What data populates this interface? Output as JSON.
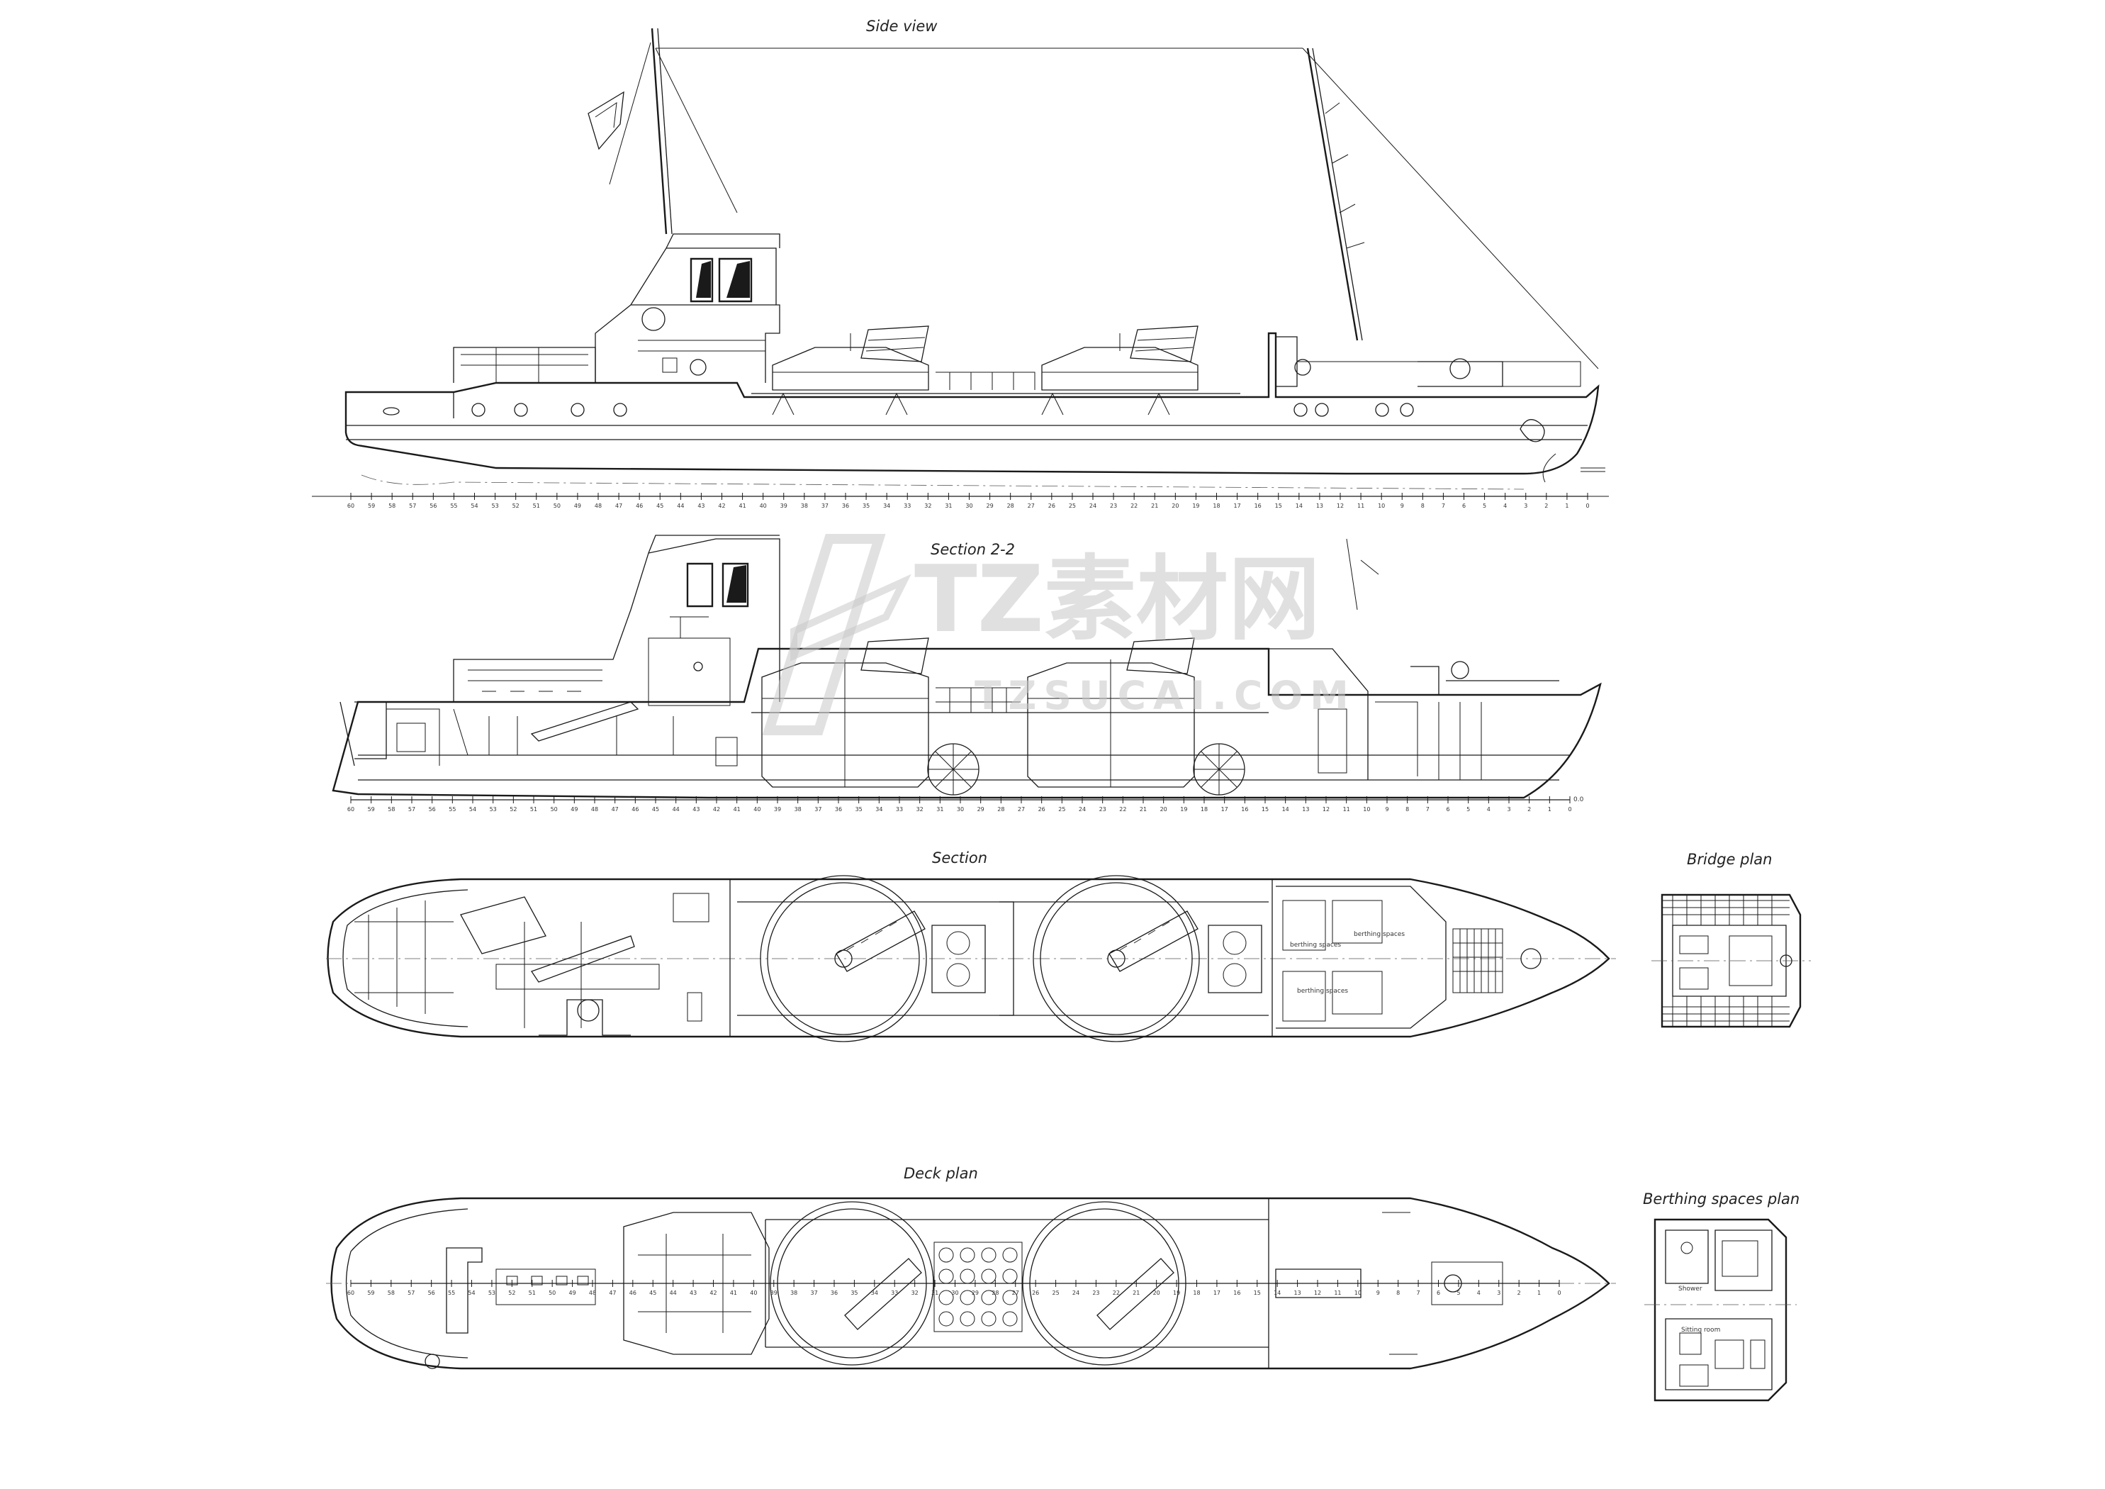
{
  "labels": {
    "side_view": "Side view",
    "section_22": "Section 2-2",
    "section": "Section",
    "deck_plan": "Deck plan",
    "bridge_plan": "Bridge plan",
    "berthing_plan": "Berthing spaces plan"
  },
  "notes": {
    "berthing_spaces_1": "berthing spaces",
    "berthing_spaces_2": "berthing spaces",
    "berthing_spaces_3": "berthing spaces",
    "shower": "Shower",
    "sitting_room": "Sitting room",
    "scale_mark": "0.0"
  },
  "watermark": {
    "logo_text": "TZ素材网",
    "url_text": "TZSUCAI.COM"
  },
  "frame_ticks": [
    "60",
    "59",
    "58",
    "57",
    "56",
    "55",
    "54",
    "53",
    "52",
    "51",
    "50",
    "49",
    "48",
    "47",
    "46",
    "45",
    "44",
    "43",
    "42",
    "41",
    "40",
    "39",
    "38",
    "37",
    "36",
    "35",
    "34",
    "33",
    "32",
    "31",
    "30",
    "29",
    "28",
    "27",
    "26",
    "25",
    "24",
    "23",
    "22",
    "21",
    "20",
    "19",
    "18",
    "17",
    "16",
    "15",
    "14",
    "13",
    "12",
    "11",
    "10",
    "9",
    "8",
    "7",
    "6",
    "5",
    "4",
    "3",
    "2",
    "1",
    "0"
  ],
  "colors": {
    "line": "#1a1a1a",
    "background": "#ffffff",
    "watermark": "#c8c8c8"
  }
}
